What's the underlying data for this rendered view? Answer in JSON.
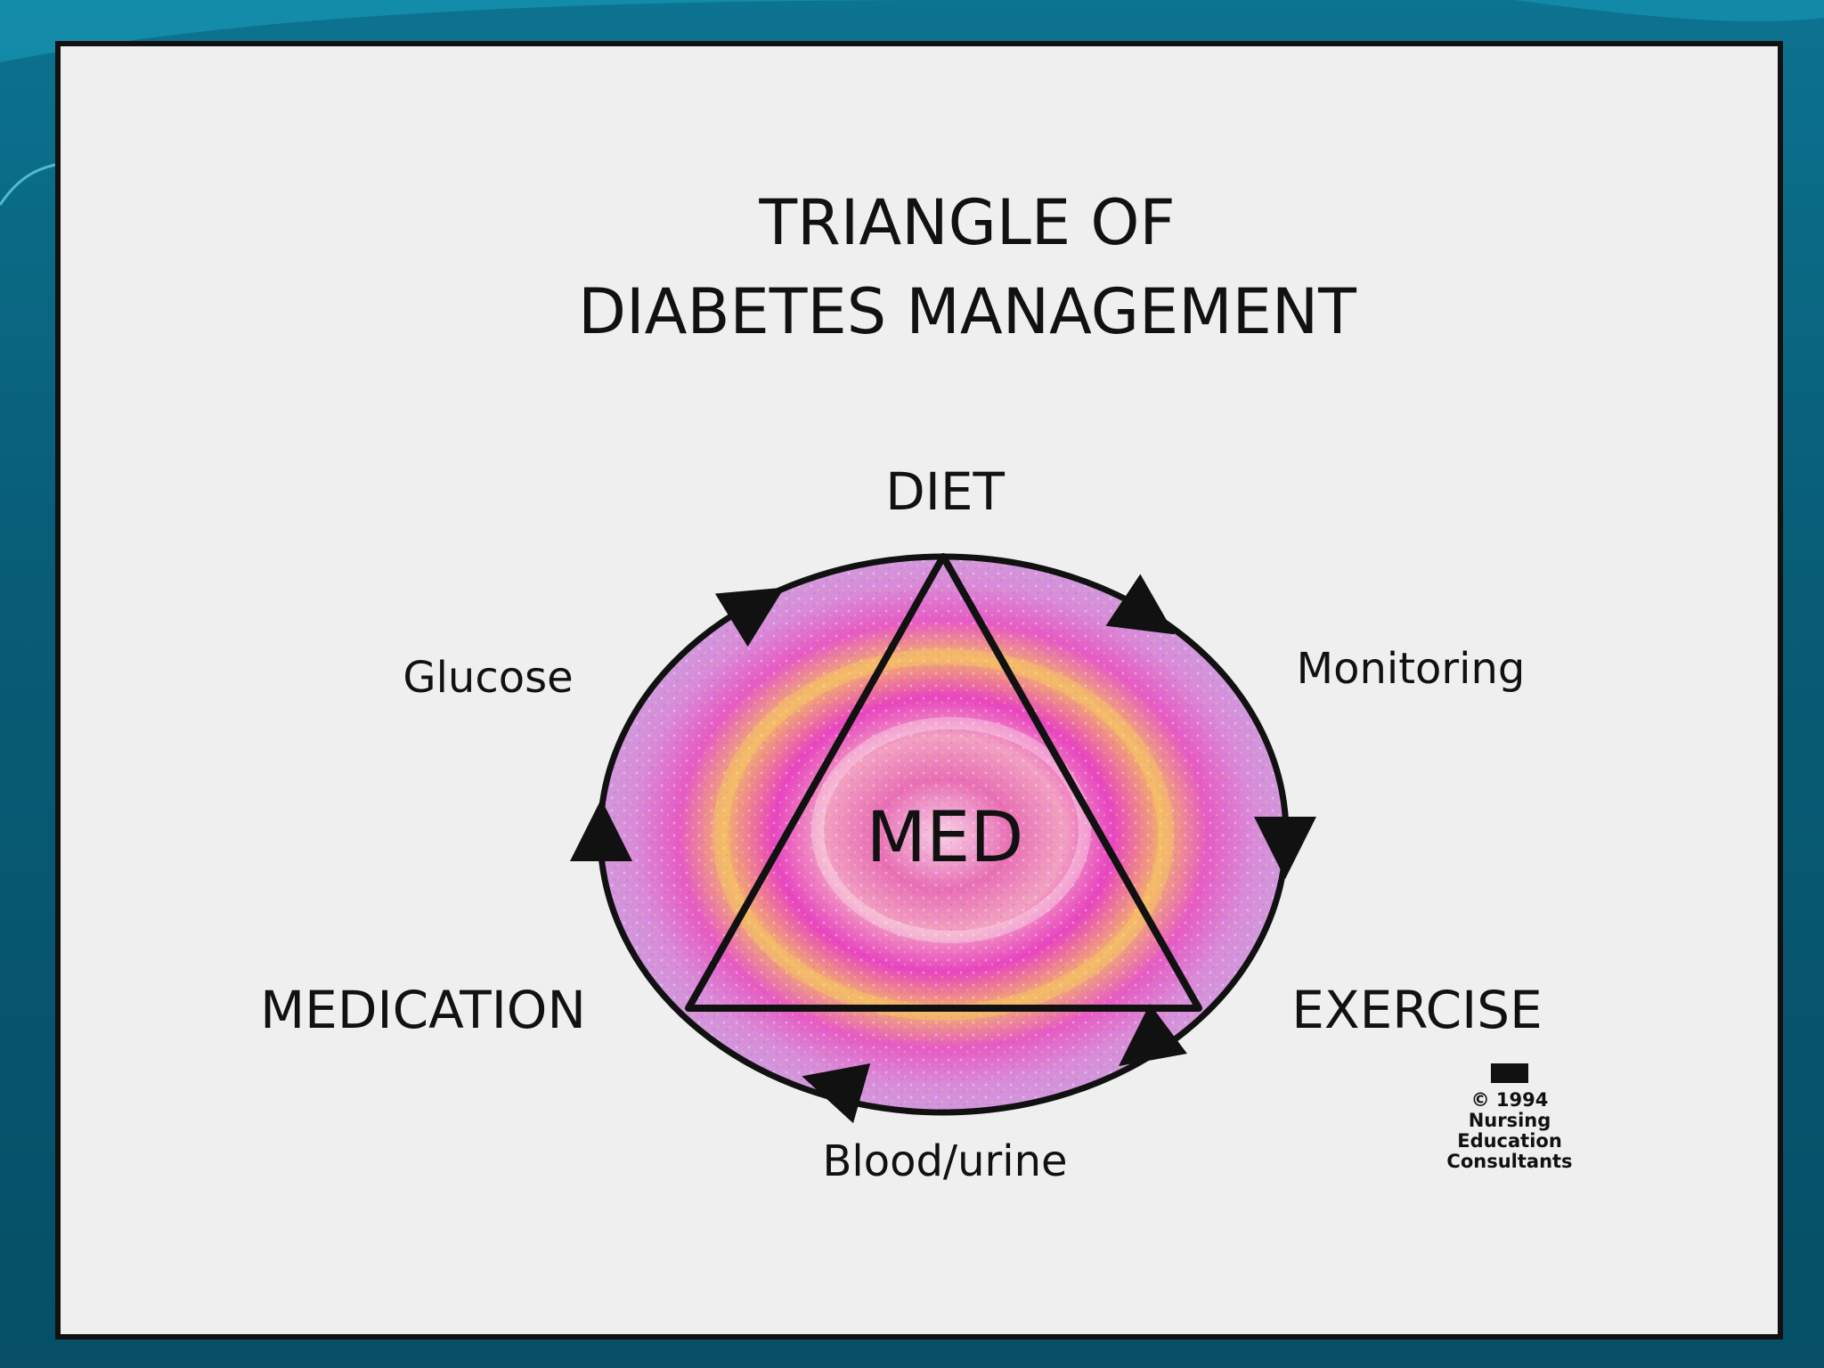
{
  "title": {
    "line1": "TRIANGLE OF",
    "line2": "DIABETES MANAGEMENT"
  },
  "vertices": {
    "top": "DIET",
    "left": "MEDICATION",
    "right": "EXERCISE"
  },
  "center": "MED",
  "arc_labels": {
    "upper_left": "Glucose",
    "upper_right": "Monitoring",
    "bottom": "Blood/urine"
  },
  "copyright": {
    "line1": "© 1994",
    "line2": "Nursing",
    "line3": "Education",
    "line4": "Consultants"
  },
  "colors": {
    "background": "#0a6a86",
    "slide": "#efeff0",
    "stroke": "#111111",
    "swirl_magenta": "#e040c8",
    "swirl_pink": "#f06aa8",
    "swirl_yellow": "#f0d060"
  }
}
